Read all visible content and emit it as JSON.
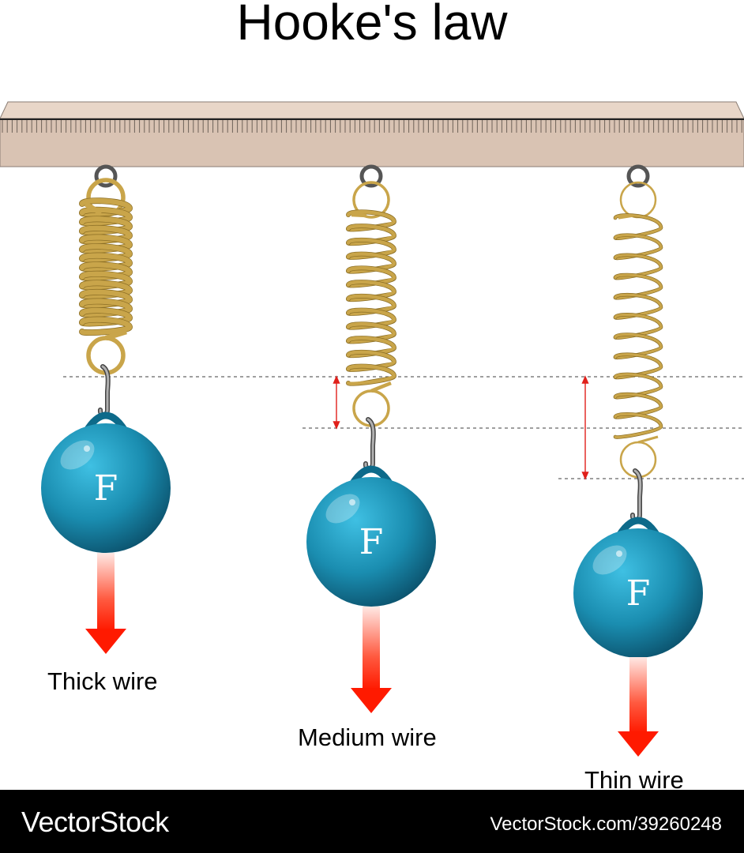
{
  "title": "Hooke's law",
  "force_symbol": "F",
  "springs": [
    {
      "label": "Thick wire"
    },
    {
      "label": "Medium wire"
    },
    {
      "label": "Thin wire"
    }
  ],
  "colors": {
    "beam": "#d9c3b3",
    "spring": "#c9a54a",
    "weight": "#1d8fb3",
    "arrow": "#ff1a00",
    "extension_marker": "#e0201b"
  },
  "footer": {
    "brand": "VectorStock",
    "url": "VectorStock.com/39260248"
  }
}
